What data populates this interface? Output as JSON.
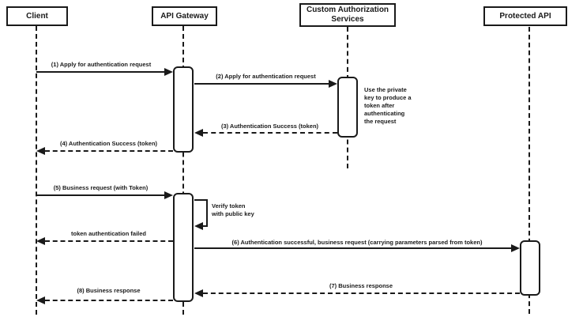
{
  "colors": {
    "stroke": "#1a1a1a",
    "background": "#ffffff"
  },
  "participants": [
    {
      "label": "Client"
    },
    {
      "label": "API Gateway"
    },
    {
      "label": "Custom Authorization\nServices"
    },
    {
      "label": "Protected API"
    }
  ],
  "messages": [
    {
      "label": "(1) Apply for authentication request",
      "from": "Client",
      "to": "API Gateway",
      "style": "solid"
    },
    {
      "label": "(2) Apply for authentication request",
      "from": "API Gateway",
      "to": "Custom Authorization Services",
      "style": "solid"
    },
    {
      "label": "(3) Authentication Success (token)",
      "from": "Custom Authorization Services",
      "to": "API Gateway",
      "style": "dashed"
    },
    {
      "label": "(4) Authentication Success (token)",
      "from": "API Gateway",
      "to": "Client",
      "style": "dashed"
    },
    {
      "label": "(5) Business request (with Token)",
      "from": "Client",
      "to": "API Gateway",
      "style": "solid"
    },
    {
      "label": "Verify token\nwith public key",
      "from": "API Gateway",
      "to": "API Gateway",
      "style": "self"
    },
    {
      "label": "token authentication failed",
      "from": "API Gateway",
      "to": "Client",
      "style": "dashed"
    },
    {
      "label": "(6) Authentication successful, business request (carrying parameters parsed from token)",
      "from": "API Gateway",
      "to": "Protected API",
      "style": "solid"
    },
    {
      "label": "(7) Business response",
      "from": "Protected API",
      "to": "API Gateway",
      "style": "dashed"
    },
    {
      "label": "(8) Business response",
      "from": "API Gateway",
      "to": "Client",
      "style": "dashed"
    }
  ],
  "notes": [
    {
      "label": "Use the private\nkey to produce a\ntoken after\nauthenticating\nthe request"
    }
  ]
}
